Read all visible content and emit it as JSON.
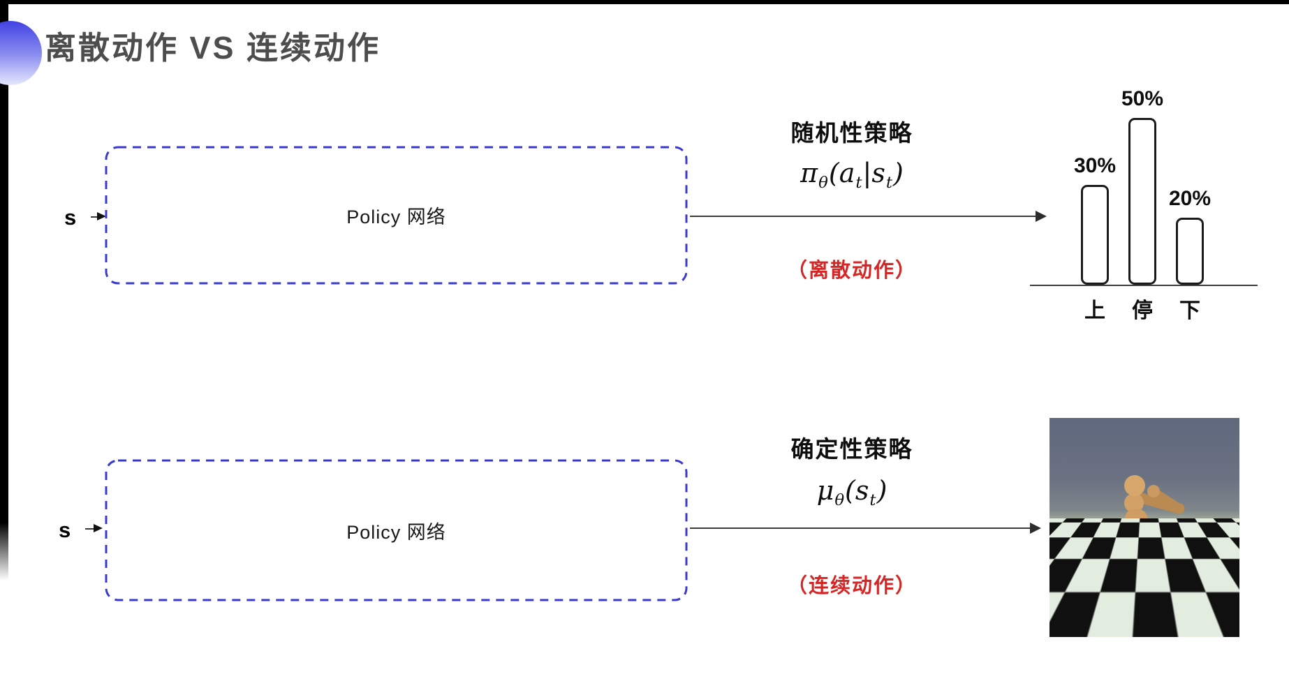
{
  "slide": {
    "title": "离散动作 VS 连续动作"
  },
  "diagram": {
    "rows": [
      {
        "id": "discrete",
        "input_label": "s",
        "box_label": "Policy 网络",
        "policy_name": "随机性策略",
        "formula": [
          {
            "t": "π"
          },
          {
            "t": "θ",
            "s": true
          },
          {
            "t": "("
          },
          {
            "t": "a"
          },
          {
            "t": "t",
            "s": true
          },
          {
            "t": "|"
          },
          {
            "t": "s"
          },
          {
            "t": "t",
            "s": true
          },
          {
            "t": ")"
          }
        ],
        "action_note": "（离散动作）"
      },
      {
        "id": "continuous",
        "input_label": "s",
        "box_label": "Policy 网络",
        "policy_name": "确定性策略",
        "formula": [
          {
            "t": "μ"
          },
          {
            "t": "θ",
            "s": true
          },
          {
            "t": "("
          },
          {
            "t": "s"
          },
          {
            "t": "t",
            "s": true
          },
          {
            "t": ")"
          }
        ],
        "action_note": "（连续动作）"
      }
    ]
  },
  "chart_data": {
    "type": "bar",
    "categories": [
      "上",
      "停",
      "下"
    ],
    "values": [
      30,
      50,
      20
    ],
    "value_labels": [
      "30%",
      "50%",
      "20%"
    ],
    "title": "",
    "xlabel": "",
    "ylabel": "",
    "ylim": [
      0,
      55
    ],
    "grid": false,
    "legend": false,
    "bar_fill": "#ffffff",
    "bar_border": "#1a1a1a"
  },
  "media": {
    "humanoid_sim_alt": "mujoco-humanoid-on-checkerboard-floor"
  },
  "colors": {
    "box_dash_blue": "#3939cf",
    "note_red": "#d52626",
    "title_gray": "#4d4d4d",
    "arrow_dark": "#2c2c2c"
  }
}
